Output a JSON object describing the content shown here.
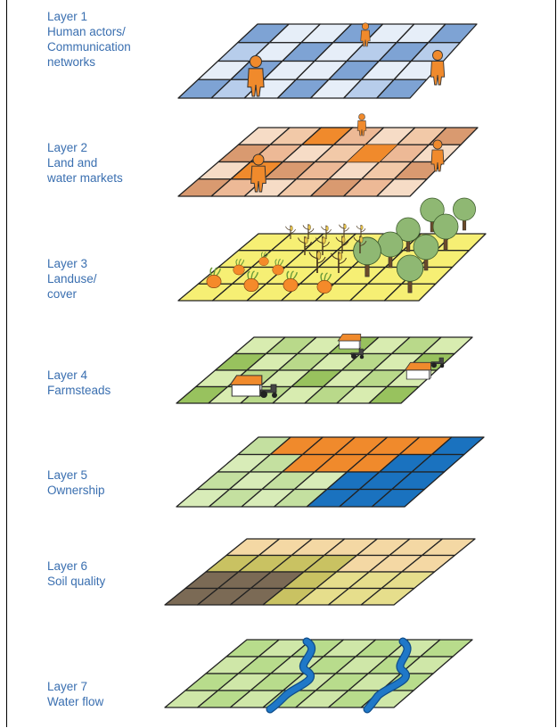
{
  "layers": [
    {
      "id": 1,
      "title": "Layer 1",
      "lines": [
        "Human actors/",
        "Communication",
        "networks"
      ]
    },
    {
      "id": 2,
      "title": "Layer 2",
      "lines": [
        "Land and",
        "water markets"
      ]
    },
    {
      "id": 3,
      "title": "Layer 3",
      "lines": [
        "Landuse/",
        "cover"
      ]
    },
    {
      "id": 4,
      "title": "Layer 4",
      "lines": [
        "Farmsteads"
      ]
    },
    {
      "id": 5,
      "title": "Layer 5",
      "lines": [
        "Ownership"
      ]
    },
    {
      "id": 6,
      "title": "Layer 6",
      "lines": [
        "Soil quality"
      ]
    },
    {
      "id": 7,
      "title": "Layer 7",
      "lines": [
        "Water flow"
      ]
    }
  ],
  "colors": {
    "label_text": "#3a6fb0",
    "grid_line": "#222222",
    "layer1_light": "#e6eef8",
    "layer1_dark": "#7ea3d4",
    "layer2_light": "#f6dcc6",
    "layer2_dark": "#d99a70",
    "layer2_plot": "#f08a2c",
    "layer3_fill": "#f6ef74",
    "layer4_light": "#d8ecb0",
    "layer4_dark": "#98c25e",
    "layer5_orange": "#f08a2c",
    "layer5_blue": "#1a72bf",
    "layer5_green": "#c4e0a0",
    "layer6_tan": "#f4d8a4",
    "layer6_olive": "#c9c262",
    "layer6_brown": "#7b6a55",
    "layer7_green": "#b8dc8c",
    "layer7_river": "#1f78c8",
    "figure_orange": "#f08a2c",
    "tree_green": "#8fb873",
    "tree_trunk": "#6b4a2a",
    "carrot_orange": "#f58a2a",
    "carrot_leaf": "#6a9a3a",
    "house_wall": "#ffffff",
    "house_roof": "#f08a2c",
    "tractor": "#444444"
  },
  "icons": [
    "person-icon",
    "tree-icon",
    "carrot-icon",
    "maize-icon",
    "house-icon",
    "tractor-icon",
    "river-icon"
  ]
}
